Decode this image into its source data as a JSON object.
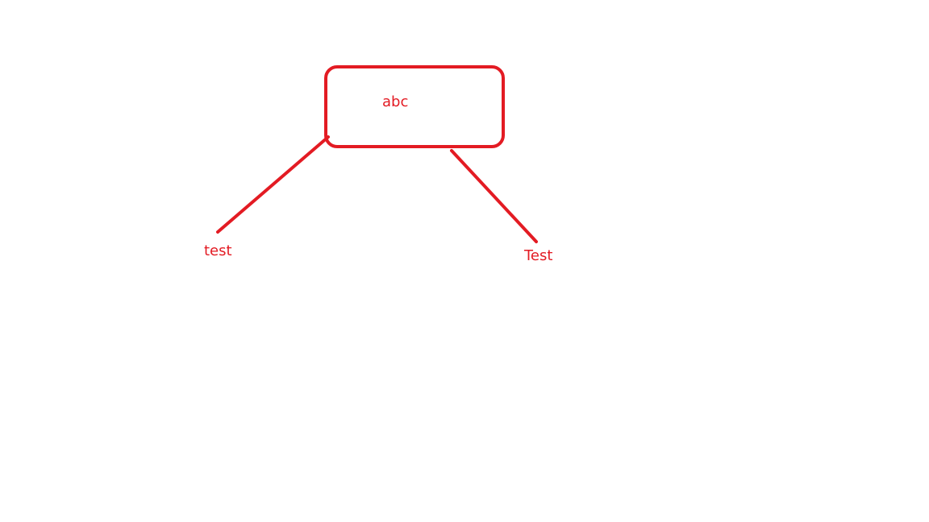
{
  "colors": {
    "stroke": "#e31b23",
    "text": "#e31b23",
    "background": "#ffffff"
  },
  "nodes": {
    "root": {
      "label": "abc"
    },
    "left_child": {
      "label": "test"
    },
    "right_child": {
      "label": "Test"
    }
  }
}
